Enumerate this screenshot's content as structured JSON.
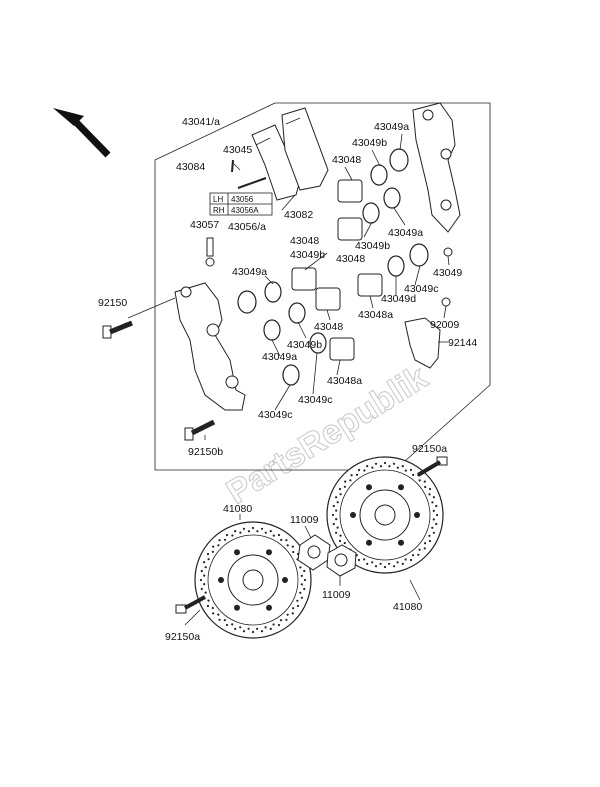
{
  "watermark": "PartsRepublik",
  "lhrh_box": {
    "lh_label": "LH",
    "lh_part": "43056",
    "rh_label": "RH",
    "rh_part": "43056A"
  },
  "labels": {
    "l43041a": "43041/a",
    "l43084": "43084",
    "l43045": "43045",
    "l43082": "43082",
    "l43057": "43057",
    "l43056a": "43056/a",
    "l43048_top": "43048",
    "l43049b_top": "43049b",
    "l43049a_top": "43049a",
    "l43048_mid1": "43048",
    "l43049b_mid1": "43049b",
    "l43049a_right": "43049a",
    "l43048_mid2": "43048",
    "l43049b_right": "43049b",
    "l43049_right": "43049",
    "l43049a_left": "43049a",
    "l43049c_right": "43049c",
    "l43049d": "43049d",
    "l92150": "92150",
    "l43048_low": "43048",
    "l43048a_mid": "43048a",
    "l92009": "92009",
    "l43049b_low": "43049b",
    "l92144": "92144",
    "l43049a_low": "43049a",
    "l43048a_low": "43048a",
    "l43049c_low1": "43049c",
    "l43049c_low2": "43049c",
    "l92150b": "92150b",
    "l92150a_right": "92150a",
    "l41080_left": "41080",
    "l11009_top": "11009",
    "l11009_bot": "11009",
    "l41080_right": "41080",
    "l92150a_left": "92150a"
  },
  "icons": {
    "arrow": "direction-arrow-icon"
  }
}
